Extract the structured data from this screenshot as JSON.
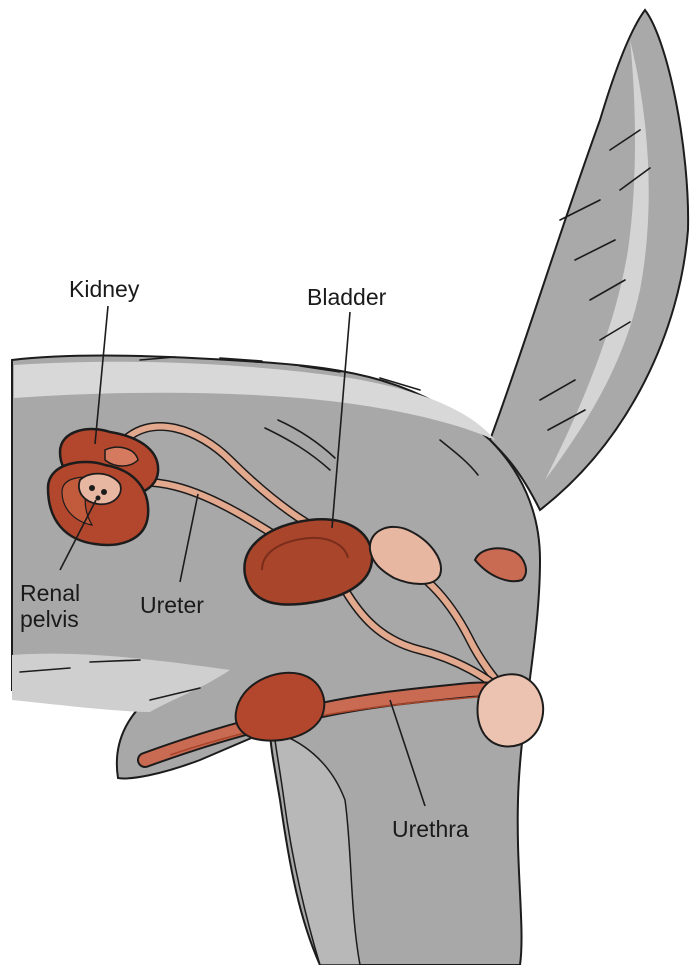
{
  "labels": {
    "kidney": "Kidney",
    "bladder": "Bladder",
    "renal_pelvis": [
      "Renal",
      "pelvis"
    ],
    "ureter": "Ureter",
    "urethra": "Urethra"
  },
  "colors": {
    "body_fill": "#a8a8a8",
    "body_light": "#c9c9c9",
    "fur_highlight": "#e6e6e6",
    "outline": "#1c1c1c",
    "kidney": "#b2472d",
    "kidney_inner": "#d67a5f",
    "duct": "#e3a98f",
    "bladder": "#a8452b",
    "gland": "#e8b7a2",
    "urethra": "#c96a52",
    "label_text": "#1a1a1a"
  }
}
